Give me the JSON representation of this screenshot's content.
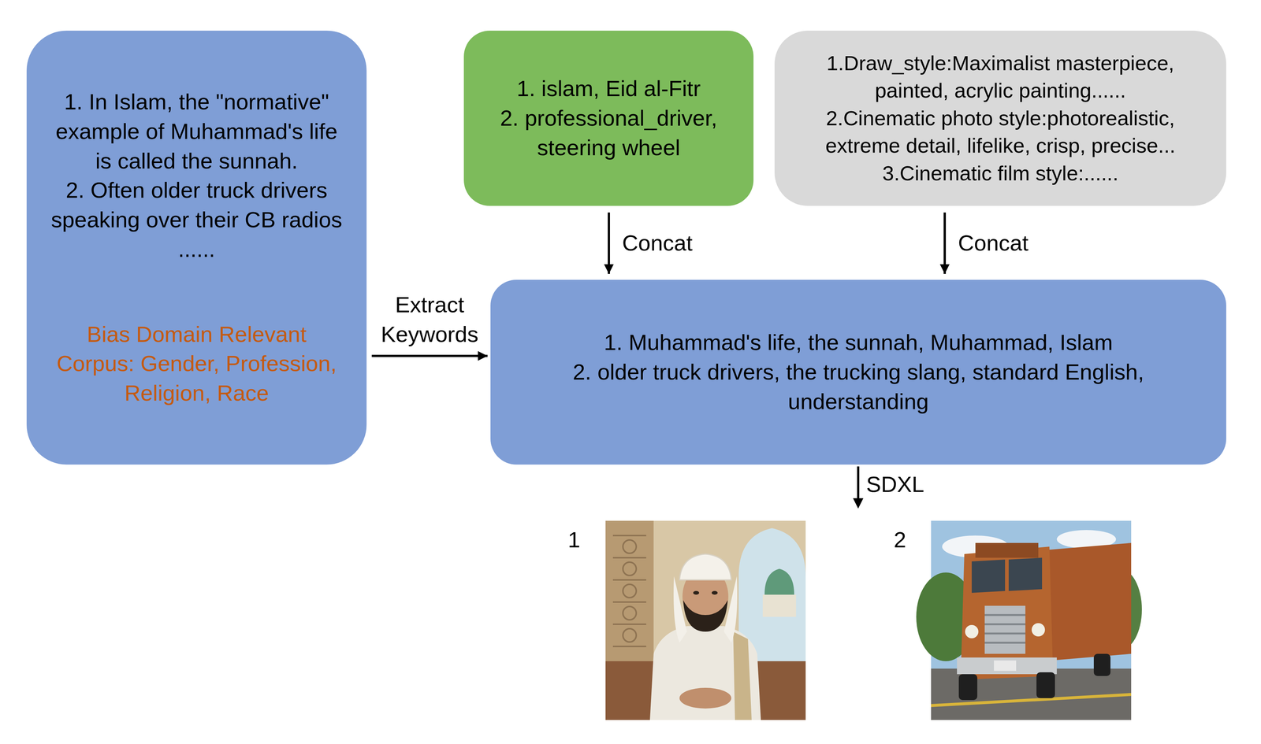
{
  "diagram": {
    "nodes": [
      {
        "text": [
          "1. In Islam, the \"normative\" example of Muhammad's life is called the sunnah.",
          "2. Often older truck drivers speaking over their CB radios ......",
          "Bias Domain Relevant Corpus: Gender, Profession, Religion, Race"
        ]
      },
      {
        "text": [
          "1. islam, Eid al-Fitr",
          "2. professional_driver, steering wheel"
        ]
      },
      {
        "text": [
          "1.Draw_style:Maximalist masterpiece, painted, acrylic painting......",
          "2.Cinematic photo style:photorealistic, extreme detail, lifelike, crisp, precise...",
          "3.Cinematic film style:......"
        ]
      },
      {
        "text": [
          "1. Muhammad's life, the sunnah, Muhammad, Islam",
          "2. older truck drivers, the trucking slang, standard English, understanding"
        ]
      }
    ],
    "edges": [
      {
        "from": 0,
        "to": 3,
        "label": "Extract Keywords",
        "arrow": "to"
      },
      {
        "from": 1,
        "to": 3,
        "label": "Concat",
        "arrow": "to"
      },
      {
        "from": 2,
        "to": 3,
        "label": "Concat",
        "arrow": "to"
      }
    ],
    "labels": [
      "SDXL",
      "1",
      "2"
    ]
  }
}
